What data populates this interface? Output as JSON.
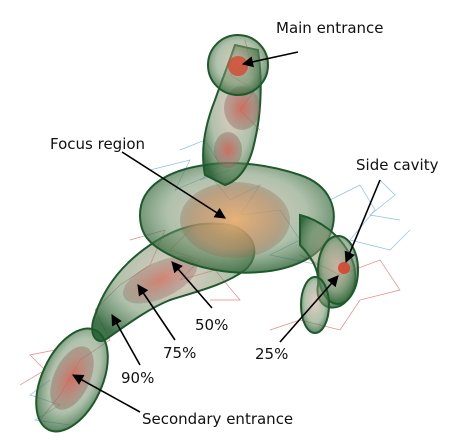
{
  "labels": {
    "main_entrance": "Main entrance",
    "focus_region": "Focus region",
    "side_cavity": "Side cavity",
    "p50": "50%",
    "p75": "75%",
    "p90": "90%",
    "p25": "25%",
    "secondary_entrance": "Secondary entrance"
  },
  "colors": {
    "outer_shell": "#2f6b3a",
    "inner_shell": "#a87878",
    "hotspot": "#d8402a",
    "focus_fill": "#c9a070",
    "trajectory_red": "#e06060",
    "trajectory_blue": "#70a8d8",
    "arrow": "#000000"
  }
}
